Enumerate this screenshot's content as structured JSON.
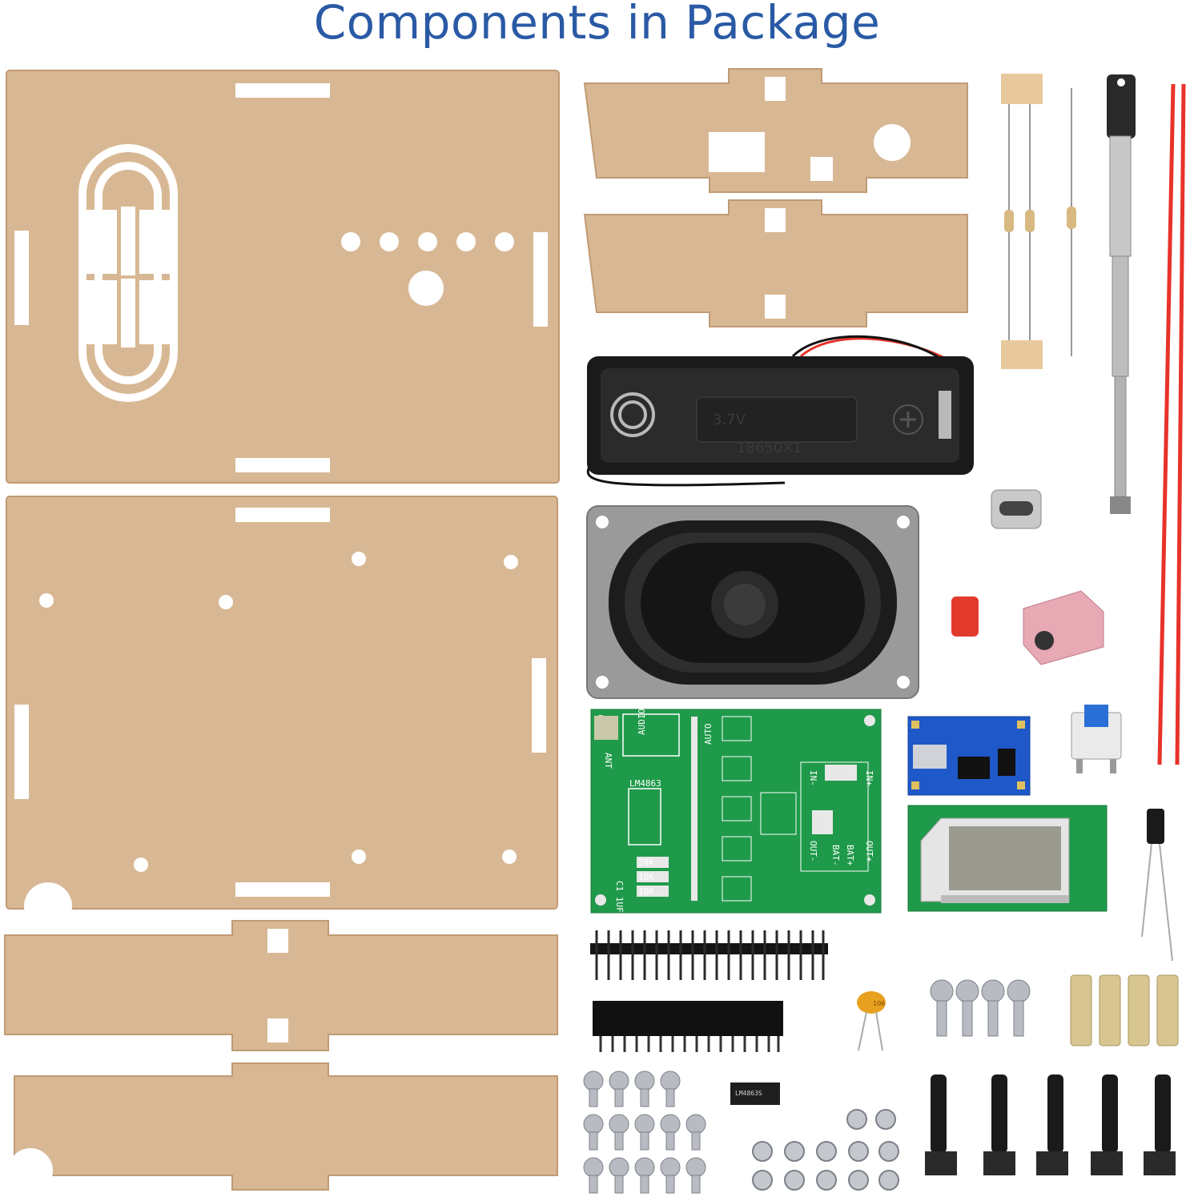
{
  "header": {
    "title": "Components in Package"
  },
  "colors": {
    "title": "#2a5aa5",
    "acrylic": "#d8b894",
    "pcb_green": "#1f9a4a",
    "module_blue": "#1f58c8",
    "wire_red": "#e8322a"
  },
  "labels": {
    "holder_voltage": "3.7V",
    "holder_type": "18650X1",
    "chip_marking": "LM4863S",
    "pcb_chip": "LM4863",
    "pcb_audio": "AUDIO",
    "pcb_ant": "ANT",
    "pcb_auto": "AUTO",
    "pcb_r1": "39K",
    "pcb_r2": "10K",
    "pcb_r3": "10K",
    "pcb_c1": "C1 1UF",
    "pcb_in_plus": "IN+",
    "pcb_in_minus": "IN-",
    "pcb_out_plus": "OUT+",
    "pcb_out_minus": "OUT-",
    "pcb_bat_plus": "BAT+",
    "pcb_bat_minus": "BAT-",
    "cap_code": "106"
  }
}
